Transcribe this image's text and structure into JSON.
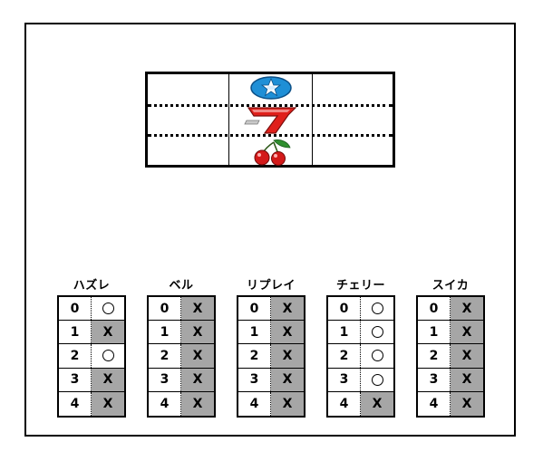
{
  "tables": [
    {
      "title": "ハズレ",
      "rows": [
        {
          "index": "0",
          "mark": "〇"
        },
        {
          "index": "1",
          "mark": "X"
        },
        {
          "index": "2",
          "mark": "〇"
        },
        {
          "index": "3",
          "mark": "X"
        },
        {
          "index": "4",
          "mark": "X"
        }
      ]
    },
    {
      "title": "ベル",
      "rows": [
        {
          "index": "0",
          "mark": "X"
        },
        {
          "index": "1",
          "mark": "X"
        },
        {
          "index": "2",
          "mark": "X"
        },
        {
          "index": "3",
          "mark": "X"
        },
        {
          "index": "4",
          "mark": "X"
        }
      ]
    },
    {
      "title": "リプレイ",
      "rows": [
        {
          "index": "0",
          "mark": "X"
        },
        {
          "index": "1",
          "mark": "X"
        },
        {
          "index": "2",
          "mark": "X"
        },
        {
          "index": "3",
          "mark": "X"
        },
        {
          "index": "4",
          "mark": "X"
        }
      ]
    },
    {
      "title": "チェリー",
      "rows": [
        {
          "index": "0",
          "mark": "〇"
        },
        {
          "index": "1",
          "mark": "〇"
        },
        {
          "index": "2",
          "mark": "〇"
        },
        {
          "index": "3",
          "mark": "〇"
        },
        {
          "index": "4",
          "mark": "X"
        }
      ]
    },
    {
      "title": "スイカ",
      "rows": [
        {
          "index": "0",
          "mark": "X"
        },
        {
          "index": "1",
          "mark": "X"
        },
        {
          "index": "2",
          "mark": "X"
        },
        {
          "index": "3",
          "mark": "X"
        },
        {
          "index": "4",
          "mark": "X"
        }
      ]
    }
  ],
  "reel": {
    "center_symbols": [
      "star-replay-icon",
      "red-seven-icon",
      "cherry-icon"
    ]
  },
  "colors": {
    "x_cell": "#a6a6a6",
    "seven": "#e0201b",
    "star_bg": "#1f8fd6",
    "cherry": "#d31a1a",
    "leaf": "#2f8f2f"
  }
}
